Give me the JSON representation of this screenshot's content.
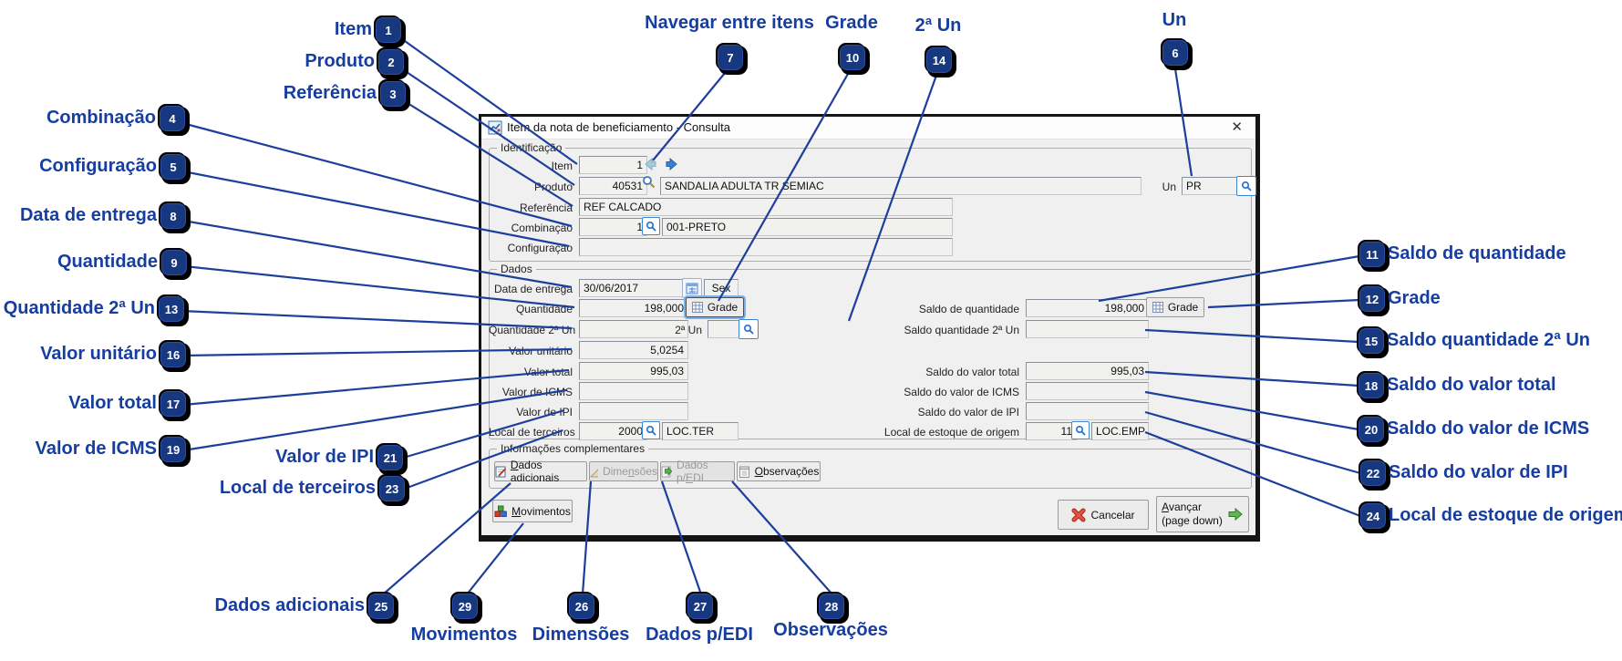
{
  "colors": {
    "annotation_blue": "#163da0",
    "badge_navy": "#17387f",
    "leader_line": "#1d3f9c"
  },
  "window": {
    "title": "Item da nota de beneficiamento - Consulta",
    "close_glyph": "✕"
  },
  "identificacao": {
    "legend": "Identificação",
    "item_label": "Item",
    "item_value": "1",
    "produto_label": "Produto",
    "produto_code": "40531",
    "produto_desc": "SANDALIA ADULTA TR SEMIAC",
    "un_label": "Un",
    "un_value": "PR",
    "referencia_label": "Referência",
    "referencia_value": "REF CALCADO",
    "combinacao_label": "Combinação",
    "combinacao_code": "1",
    "combinacao_desc": "001-PRETO",
    "configuracao_label": "Configuração",
    "configuracao_value": ""
  },
  "dados": {
    "legend": "Dados",
    "data_entrega_label": "Data de entrega",
    "data_entrega_value": "30/06/2017",
    "data_entrega_dow": "Sex",
    "quantidade_label": "Quantidade",
    "quantidade_value": "198,000",
    "grade_button": "Grade",
    "saldo_quantidade_label": "Saldo de quantidade",
    "saldo_quantidade_value": "198,000",
    "quantidade2_label": "Quantidade 2ª Un",
    "quantidade2_value": "",
    "un2_label": "2ª Un",
    "un2_value": "",
    "saldo_quantidade2_label": "Saldo quantidade 2ª Un",
    "saldo_quantidade2_value": "",
    "valor_unitario_label": "Valor unitário",
    "valor_unitario_value": "5,0254",
    "valor_total_label": "Valor total",
    "valor_total_value": "995,03",
    "saldo_valor_total_label": "Saldo do valor total",
    "saldo_valor_total_value": "995,03",
    "valor_icms_label": "Valor de ICMS",
    "valor_icms_value": "",
    "saldo_valor_icms_label": "Saldo do valor de ICMS",
    "saldo_valor_icms_value": "",
    "valor_ipi_label": "Valor de IPI",
    "valor_ipi_value": "",
    "saldo_valor_ipi_label": "Saldo do valor de IPI",
    "saldo_valor_ipi_value": "",
    "local_terceiros_label": "Local de terceiros",
    "local_terceiros_code": "2000",
    "local_terceiros_desc": "LOC.TER",
    "local_origem_label": "Local de estoque de origem",
    "local_origem_code": "11",
    "local_origem_desc": "LOC.EMP"
  },
  "info_complementares": {
    "legend": "Informações complementares",
    "tabs": [
      {
        "pre": "",
        "u": "D",
        "post": "ados adicionais"
      },
      {
        "pre": "Dime",
        "u": "n",
        "post": "sões"
      },
      {
        "pre": "Dados p/",
        "u": "E",
        "post": "DI"
      },
      {
        "pre": "",
        "u": "O",
        "post": "bservações"
      }
    ]
  },
  "actions": {
    "movimentos": {
      "pre": "",
      "u": "M",
      "post": "ovimentos"
    },
    "cancelar": "Cancelar",
    "avancar": {
      "pre": "",
      "u": "A",
      "post": "vançar"
    },
    "avancar_line2": "(page down)"
  },
  "callouts": [
    {
      "n": "1",
      "label": "Item"
    },
    {
      "n": "2",
      "label": "Produto"
    },
    {
      "n": "3",
      "label": "Referência"
    },
    {
      "n": "4",
      "label": "Combinação"
    },
    {
      "n": "5",
      "label": "Configuração"
    },
    {
      "n": "6",
      "label": "Un"
    },
    {
      "n": "7",
      "label": "Navegar entre itens"
    },
    {
      "n": "8",
      "label": "Data de entrega"
    },
    {
      "n": "9",
      "label": "Quantidade"
    },
    {
      "n": "10",
      "label": "Grade"
    },
    {
      "n": "11",
      "label": "Saldo de quantidade"
    },
    {
      "n": "12",
      "label": "Grade"
    },
    {
      "n": "13",
      "label": "Quantidade 2ª Un"
    },
    {
      "n": "14",
      "label": "2ª Un"
    },
    {
      "n": "15",
      "label": "Saldo quantidade 2ª Un"
    },
    {
      "n": "16",
      "label": "Valor unitário"
    },
    {
      "n": "17",
      "label": "Valor total"
    },
    {
      "n": "18",
      "label": "Saldo do valor total"
    },
    {
      "n": "19",
      "label": "Valor de ICMS"
    },
    {
      "n": "20",
      "label": "Saldo do valor de ICMS"
    },
    {
      "n": "21",
      "label": "Valor de IPI"
    },
    {
      "n": "22",
      "label": "Saldo do valor de IPI"
    },
    {
      "n": "23",
      "label": "Local de terceiros"
    },
    {
      "n": "24",
      "label": "Local de estoque de origem"
    },
    {
      "n": "25",
      "label": "Dados adicionais"
    },
    {
      "n": "26",
      "label": "Dimensões"
    },
    {
      "n": "27",
      "label": "Dados p/EDI"
    },
    {
      "n": "28",
      "label": "Observações"
    },
    {
      "n": "29",
      "label": "Movimentos"
    }
  ]
}
